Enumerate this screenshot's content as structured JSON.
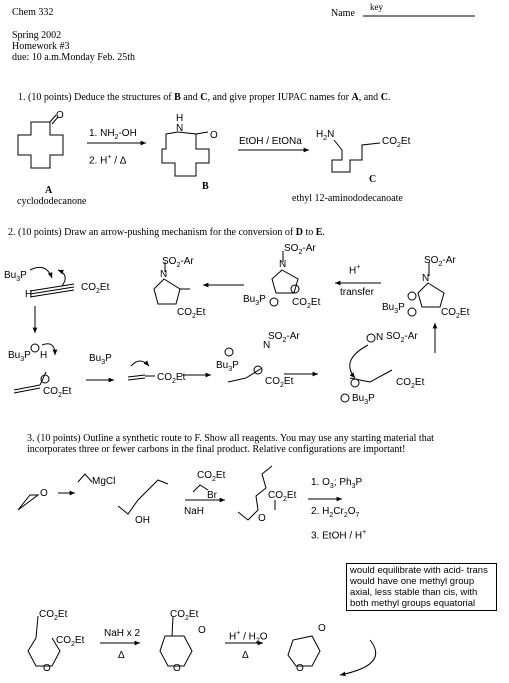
{
  "header": {
    "course": "Chem 332",
    "name_label": "Name",
    "name_value": "key",
    "term": "Spring 2002",
    "assignment": "Homework #3",
    "due": "due:  10 a.m.Monday Feb. 25th"
  },
  "q1": {
    "prompt_pre": "1. (10 points)  Deduce the structures of ",
    "b": "B",
    "and1": " and ",
    "c": "C",
    "prompt_mid": ", and give proper IUPAC names for ",
    "a": "A",
    "and2": ", and ",
    "c2": "C",
    "dot": ".",
    "reagent1": "1. NH",
    "reagent1_sub": "2",
    "reagent1_end": "-OH",
    "reagent2": "2. H",
    "reagent2_sup": "+",
    "reagent2_end": " / Δ",
    "reagent3": "EtOH / EtONa",
    "label_a": "A",
    "label_b": "B",
    "label_c": "C",
    "name_a": "cyclododecanone",
    "name_c": "ethyl 12-aminododecanoate",
    "atom_o": "O",
    "atom_h": "H",
    "atom_n": "N",
    "h2n": "H",
    "h2n_sub": "2",
    "h2n_end": "N",
    "co2et": "CO",
    "co2et_sub": "2",
    "co2et_end": "Et"
  },
  "q2": {
    "prompt_pre": "2. (10 points)  Draw an arrow-pushing mechanism for the conversion of ",
    "d": "D",
    "to": " to ",
    "e": "E",
    "dot": ".",
    "bu3p": "Bu",
    "bu3p_sub": "3",
    "bu3p_end": "P",
    "so2ar": "SO",
    "so2ar_sub": "2",
    "so2ar_end": "-Ar",
    "n": "N",
    "h": "H",
    "h_plus": "H",
    "plus": "+",
    "transfer": "transfer",
    "co2et": "CO",
    "co2et_sub": "2",
    "co2et_end": "Et"
  },
  "q3": {
    "prompt_line1": "3.  (10 points) Outline a synthetic route to F. Show all reagents. You may use any starting material that",
    "prompt_line2": "incorporates three or fewer carbons in the final product. Relative configurations are important!",
    "mgcl": "MgCl",
    "o": "O",
    "oh": "OH",
    "br": "Br",
    "nah": "NaH",
    "step1": "1. O",
    "step1_sub": "3",
    "step1_end": "; Ph",
    "step1_sub2": "3",
    "step1_end2": "P",
    "step2": "2. H",
    "step2_sub": "2",
    "step2_mid": "Cr",
    "step2_sub2": "2",
    "step2_end": "O",
    "step2_sub3": "7",
    "step3": "3. EtOH / H",
    "step3_sup": "+",
    "nah2": "NaH x 2",
    "delta": "Δ",
    "h_water": "H",
    "h_water_sup": "+",
    "h_water_end": " / H",
    "h_water_sub": "2",
    "h_water_end2": "O",
    "note": "would equilibrate with acid- trans would have one methyl group axial, less stable than cis, with both methyl groups equatorial",
    "co2et": "CO",
    "co2et_sub": "2",
    "co2et_end": "Et"
  }
}
